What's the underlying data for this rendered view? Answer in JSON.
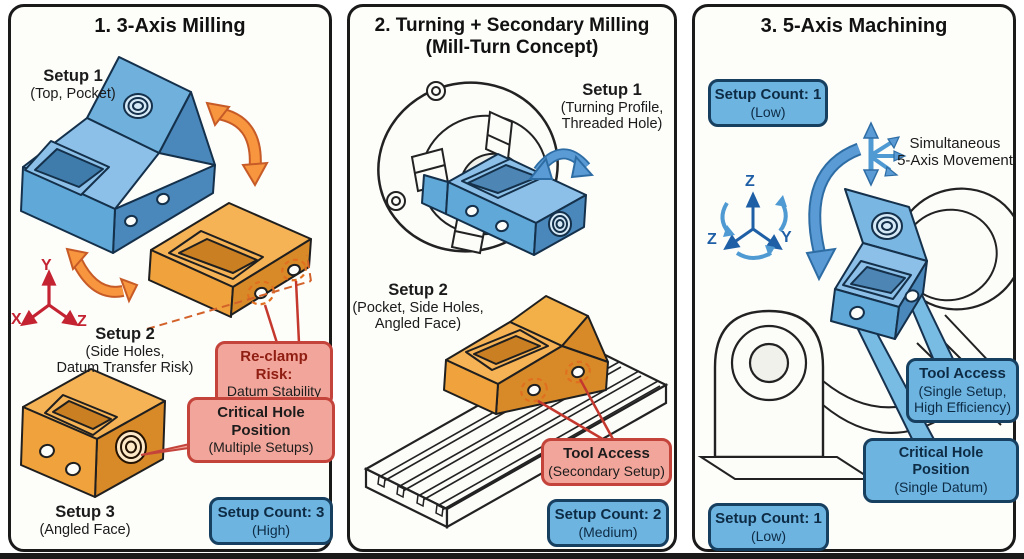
{
  "panels": [
    {
      "title": "1. 3-Axis Milling",
      "setup1": {
        "label": "Setup 1",
        "desc": "(Top, Pocket)"
      },
      "setup2": {
        "label": "Setup 2",
        "desc1": "(Side Holes,",
        "desc2": "Datum Transfer Risk)"
      },
      "setup3": {
        "label": "Setup 3",
        "desc": "(Angled Face)"
      },
      "reclamp": {
        "title": "Re-clamp Risk:",
        "desc": "Datum Stability"
      },
      "critical": {
        "title": "Critical Hole Position",
        "desc": "(Multiple Setups)"
      },
      "count": {
        "title": "Setup Count: 3",
        "desc": "(High)"
      },
      "axis": {
        "x": "X",
        "y": "Y",
        "z": "Z"
      }
    },
    {
      "title1": "2. Turning + Secondary Milling",
      "title2": "(Mill-Turn Concept)",
      "setup1": {
        "label": "Setup 1",
        "desc1": "(Turning Profile,",
        "desc2": "Threaded Hole)"
      },
      "setup2": {
        "label": "Setup 2",
        "desc1": "(Pocket, Side Holes,",
        "desc2": "Angled Face)"
      },
      "tool": {
        "title": "Tool Access",
        "desc": "(Secondary Setup)"
      },
      "count": {
        "title": "Setup Count: 2",
        "desc": "(Medium)"
      }
    },
    {
      "title": "3. 5-Axis Machining",
      "count_top": {
        "title": "Setup Count: 1",
        "desc": "(Low)"
      },
      "movement": {
        "line1": "Simultaneous",
        "line2": "5-Axis Movement"
      },
      "axis": {
        "top": "Z",
        "left": "Z",
        "right": "Y"
      },
      "tool": {
        "title": "Tool Access",
        "desc1": "(Single Setup,",
        "desc2": "High Efficiency)"
      },
      "critical": {
        "title": "Critical Hole Position",
        "desc": "(Single Datum)"
      },
      "count_bottom": {
        "title": "Setup Count: 1",
        "desc": "(Low)"
      }
    }
  ],
  "colors": {
    "blue_part": "#5fa8d8",
    "orange_part": "#f0a23c",
    "blue_box_fill": "#6db4e0",
    "blue_box_border": "#173f5f",
    "red_box_fill": "#f2a69b",
    "red_box_border": "#c4443c",
    "red_axis": "#c42332",
    "blue_axis": "#1f5fa6",
    "orange_arrow": "#f7963f",
    "blue_arrow": "#5b9bd5",
    "leader_red": "#c4382e"
  }
}
